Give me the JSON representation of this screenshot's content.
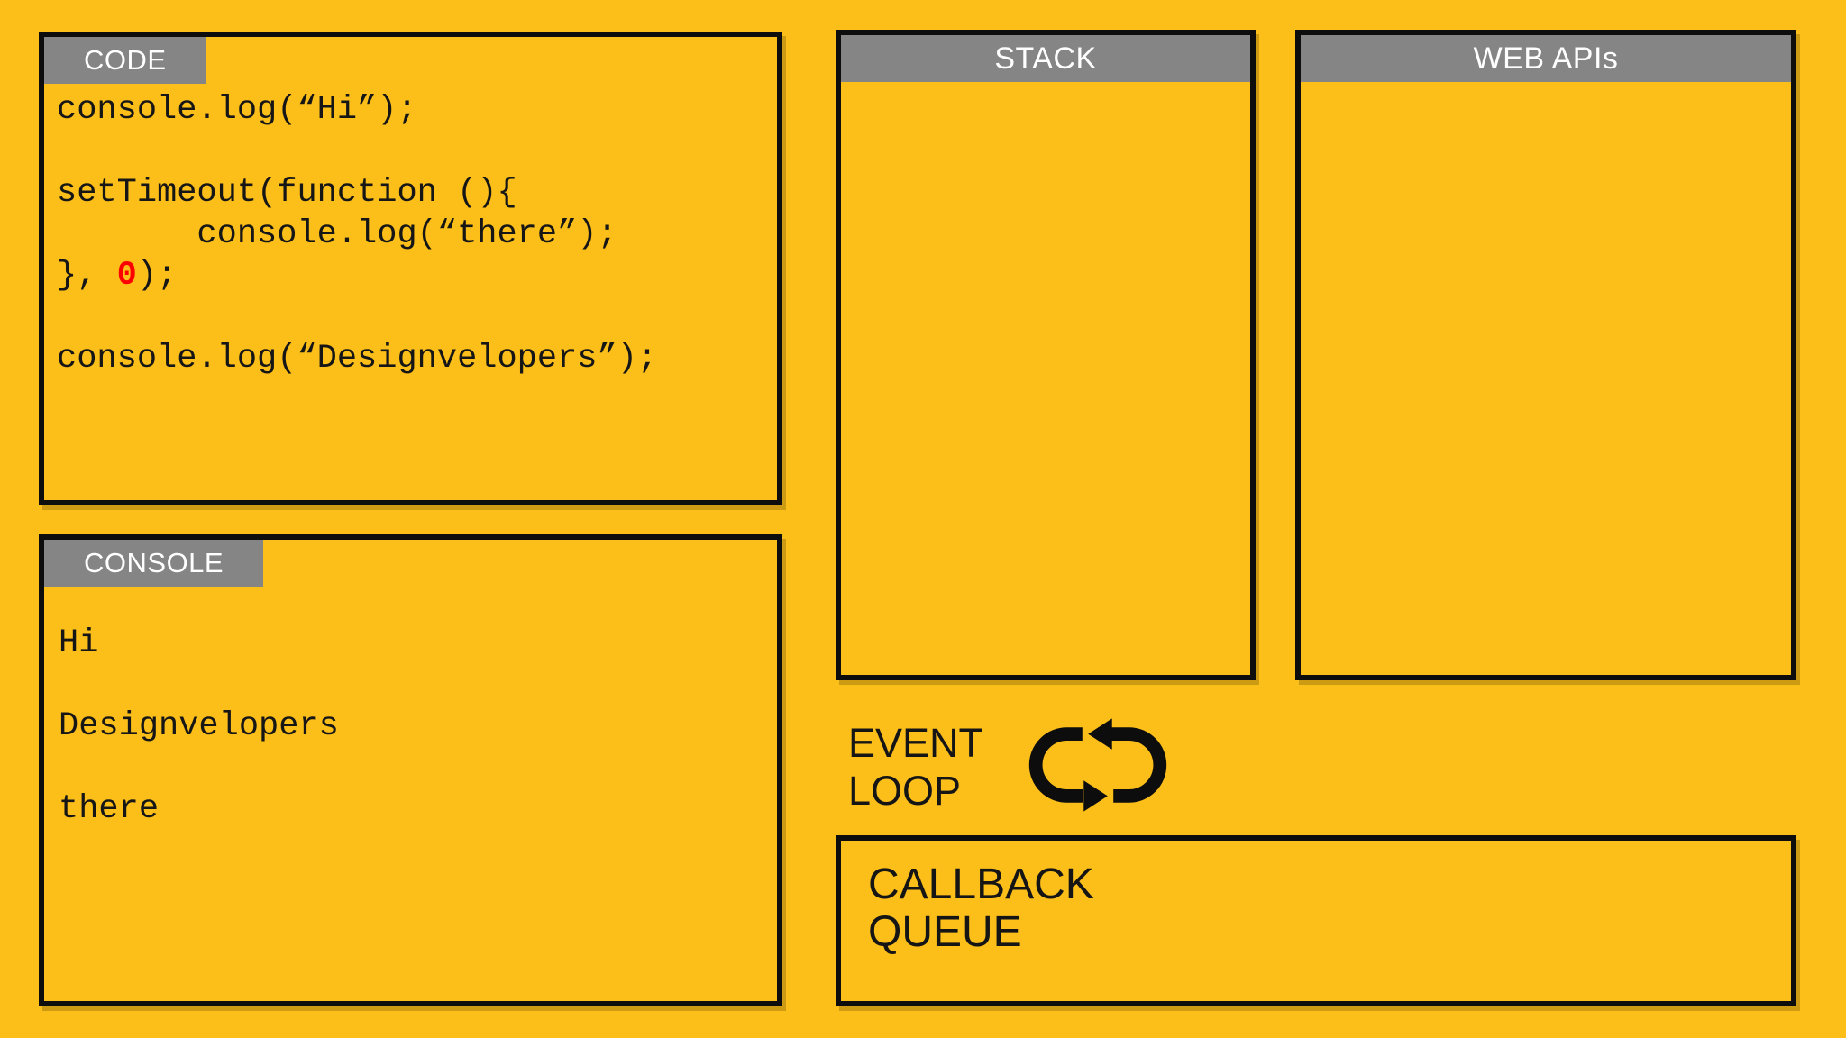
{
  "colors": {
    "background": "#FCBF1A",
    "panel_border": "#0D0D0D",
    "header_gray": "#858585",
    "header_text": "#FFFFFF",
    "code_text": "#161616",
    "highlight_red": "#FE0000",
    "label_text": "#151515"
  },
  "panels": {
    "code": {
      "title": "CODE",
      "lines": [
        [
          {
            "t": "console.log(“Hi”);"
          }
        ],
        [],
        [
          {
            "t": "setTimeout(function (){"
          }
        ],
        [
          {
            "t": "       console.log(“there”);"
          }
        ],
        [
          {
            "t": "}, "
          },
          {
            "t": "0",
            "red": true
          },
          {
            "t": ");"
          }
        ],
        [],
        [
          {
            "t": "console.log(“Designvelopers”);"
          }
        ]
      ]
    },
    "console": {
      "title": "CONSOLE",
      "lines": [
        "Hi",
        "Designvelopers",
        "there"
      ]
    },
    "stack": {
      "title": "STACK"
    },
    "web_apis": {
      "title": "WEB APIs"
    },
    "event_loop": {
      "label": "EVENT\nLOOP",
      "icon": "loop-arrows-icon"
    },
    "callback_queue": {
      "label": "CALLBACK\nQUEUE"
    }
  }
}
